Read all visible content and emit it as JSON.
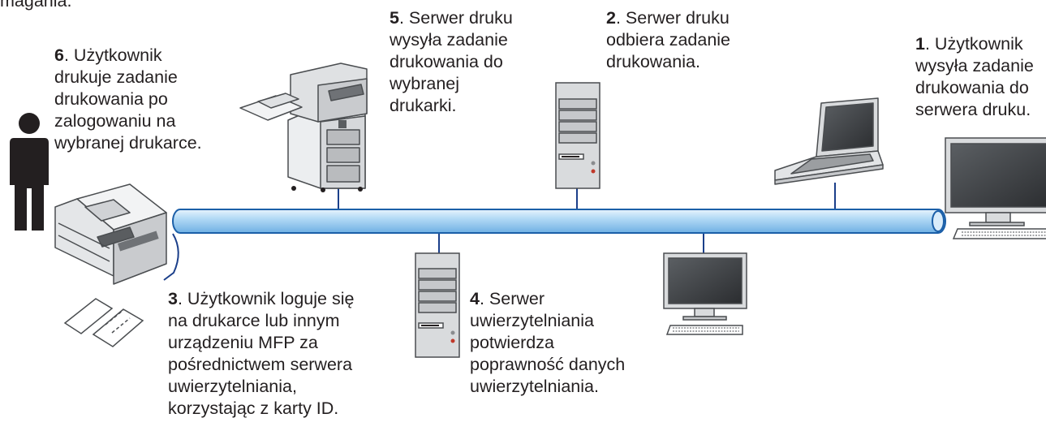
{
  "header": {
    "cropped_text": "magania."
  },
  "steps": [
    {
      "number": "1",
      "lines": [
        ". Użytkownik",
        "wysyła zadanie",
        "drukowania do",
        "serwera druku."
      ]
    },
    {
      "number": "2",
      "lines": [
        ". Serwer druku",
        "odbiera zadanie",
        "drukowania."
      ]
    },
    {
      "number": "3",
      "lines": [
        ". Użytkownik loguje się",
        "na drukarce lub innym",
        "urządzeniu MFP za",
        "pośrednictwem serwera",
        "uwierzytelniania,",
        "korzystając z karty ID."
      ]
    },
    {
      "number": "4",
      "lines": [
        ". Serwer",
        "uwierzytelniania",
        "potwierdza",
        "poprawność danych",
        "uwierzytelniania."
      ]
    },
    {
      "number": "5",
      "lines": [
        ". Serwer druku",
        "wysyła zadanie",
        "drukowania do",
        "wybranej",
        "drukarki."
      ]
    },
    {
      "number": "6",
      "lines": [
        ". Użytkownik",
        "drukuje zadanie",
        "drukowania po",
        "zalogowaniu na",
        "wybranej drukarce."
      ]
    }
  ],
  "colors": {
    "network_fill": "#a9d4f3",
    "network_stroke": "#1b5fa8",
    "connector": "#1b3f8a",
    "device_gray": "#d4d6d8",
    "device_dark": "#5a5d60",
    "text": "#231f20"
  }
}
